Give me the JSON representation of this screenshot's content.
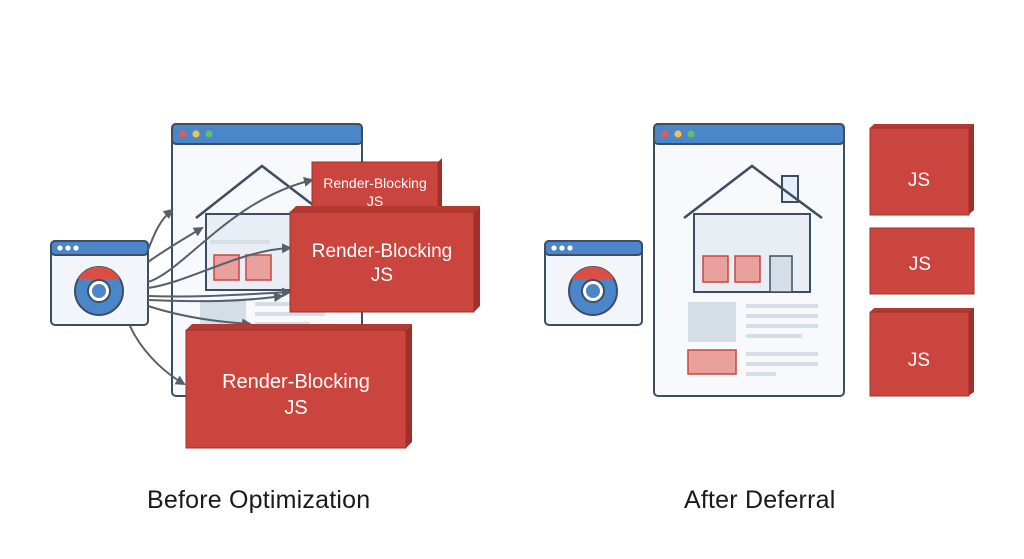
{
  "colors": {
    "browser_blue": "#4a86c8",
    "outline": "#3d4e63",
    "window_fill": "#f2f6fb",
    "block_red": "#c9453d",
    "block_red_dark": "#9e3029",
    "block_red_side": "#b33a33",
    "light_red": "#e8a19c",
    "placeholder_gray": "#d5dde7",
    "arrow_gray": "#56606d",
    "dot_red": "#e25b5b",
    "dot_yellow": "#f2c14e",
    "dot_green": "#5fbf6a"
  },
  "icons": {
    "browser_logo": "chrome-logo-icon",
    "house": "house-icon",
    "arrow": "arrow-icon"
  },
  "before": {
    "caption": "Before Optimization",
    "blocks": [
      {
        "line1": "Render-Blocking",
        "line2": "JS"
      },
      {
        "line1": "Render-Blocking",
        "line2": "JS"
      },
      {
        "line1": "Render-Blocking",
        "line2": "JS"
      }
    ]
  },
  "after": {
    "caption": "After Deferral",
    "blocks": [
      {
        "label": "JS"
      },
      {
        "label": "JS"
      },
      {
        "label": "JS"
      }
    ]
  }
}
